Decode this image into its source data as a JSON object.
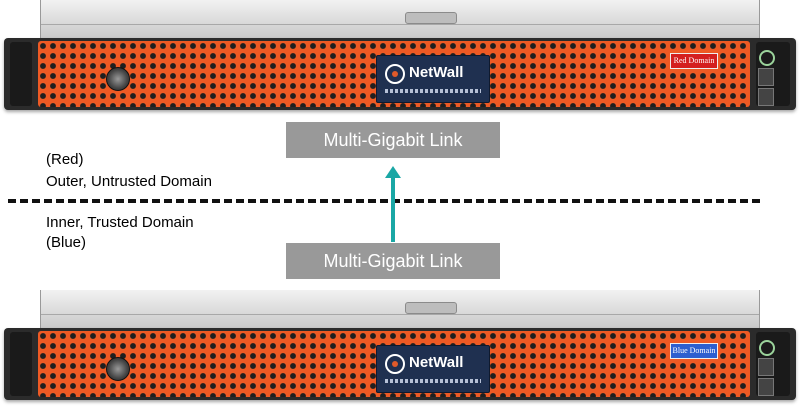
{
  "servers": {
    "top": {
      "brand": "NetWall",
      "domain_badge": "Red Domain",
      "badge_color": "#d41f1f"
    },
    "bottom": {
      "brand": "NetWall",
      "domain_badge": "Blue Domain",
      "badge_color": "#2d5fcf"
    }
  },
  "labels": {
    "outer_tag": "(Red)",
    "outer": "Outer, Untrusted Domain",
    "inner": "Inner, Trusted Domain",
    "inner_tag": "(Blue)"
  },
  "links": {
    "top": "Multi-Gigabit Link",
    "bottom": "Multi-Gigabit Link"
  },
  "colors": {
    "grille": "#ee5a24",
    "arrow": "#1aa7a5",
    "link_box": "#999999",
    "logo_plate": "#1f3050"
  }
}
